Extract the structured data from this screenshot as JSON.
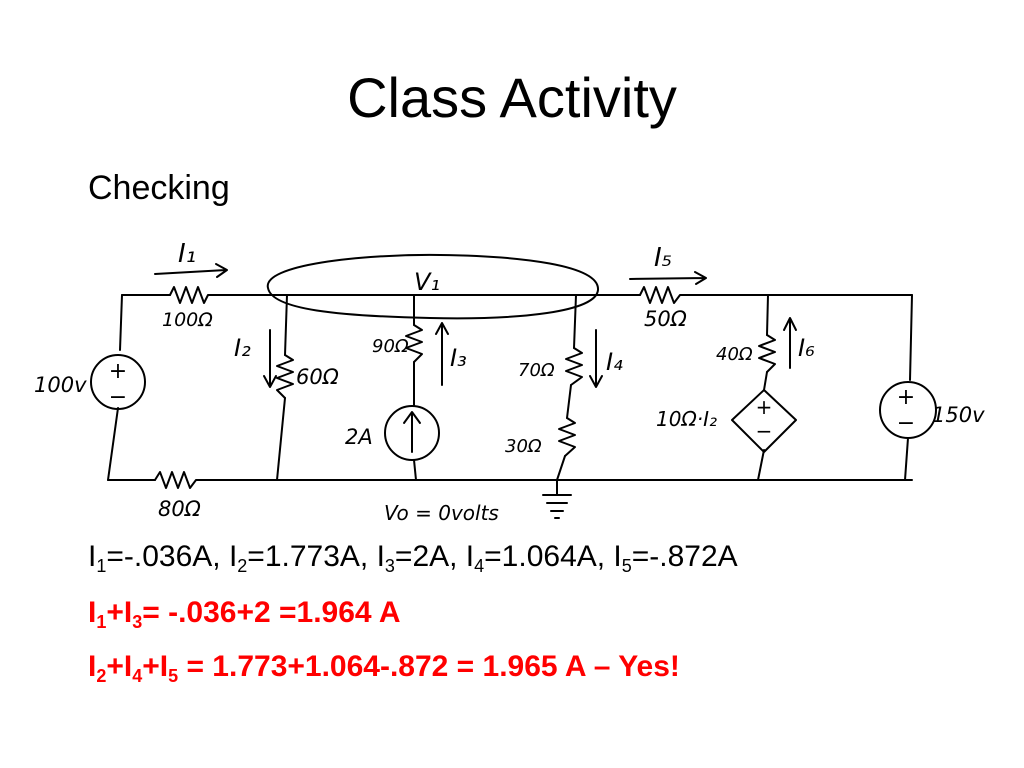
{
  "slide": {
    "title": "Class Activity",
    "subtitle": "Checking"
  },
  "circuit": {
    "labels": {
      "i1": "I₁",
      "r100": "100Ω",
      "v100": "100v",
      "r80": "80Ω",
      "i2": "I₂",
      "r60": "60Ω",
      "v1": "V₁",
      "r90": "90Ω",
      "i3": "I₃",
      "cs2a": "2A",
      "r70": "70Ω",
      "i4": "I₄",
      "r30": "30Ω",
      "vo": "Vo = 0volts",
      "i5": "I₅",
      "r50": "50Ω",
      "r40": "40Ω",
      "i6": "I₆",
      "dep": "10Ω·I₂",
      "v150": "150v",
      "plus": "+",
      "minus": "−"
    }
  },
  "results": {
    "line1": [
      {
        "t": "I"
      },
      {
        "s": "1"
      },
      {
        "t": "=-.036A, I"
      },
      {
        "s": "2"
      },
      {
        "t": "=1.773A, I"
      },
      {
        "s": "3"
      },
      {
        "t": "=2A, I"
      },
      {
        "s": "4"
      },
      {
        "t": "=1.064A, I"
      },
      {
        "s": "5"
      },
      {
        "t": "=-.872A"
      }
    ],
    "line2": [
      {
        "t": "I"
      },
      {
        "s": "1"
      },
      {
        "t": "+I"
      },
      {
        "s": "3"
      },
      {
        "t": "= -.036+2 =1.964 A"
      }
    ],
    "line3": [
      {
        "t": "I"
      },
      {
        "s": "2"
      },
      {
        "t": "+I"
      },
      {
        "s": "4"
      },
      {
        "t": "+I"
      },
      {
        "s": "5"
      },
      {
        "t": " = 1.773+1.064-.872 = 1.965 A – Yes!"
      }
    ],
    "colors": {
      "highlight": "#ff0000",
      "text": "#000000"
    }
  }
}
